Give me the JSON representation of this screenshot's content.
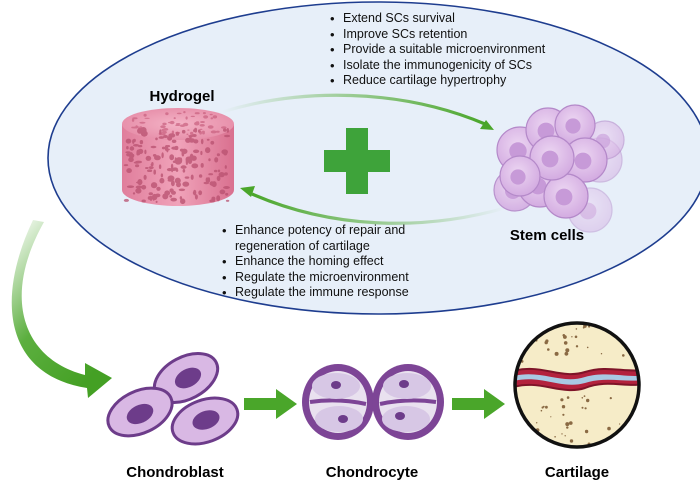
{
  "top_benefits": [
    "Extend SCs survival",
    "Improve SCs retention",
    "Provide a suitable microenvironment",
    "Isolate the immunogenicity of SCs",
    "Reduce cartilage hypertrophy"
  ],
  "bottom_benefits": [
    "Enhance potency of repair and regeneration of cartilage",
    "Enhance the homing effect",
    "Regulate the microenvironment",
    "Regulate the immune response"
  ],
  "labels": {
    "hydrogel": "Hydrogel",
    "stem_cells": "Stem cells",
    "chondroblast": "Chondroblast",
    "chondrocyte": "Chondrocyte",
    "cartilage": "Cartilage"
  },
  "colors": {
    "ellipse_fill": "#e7eff9",
    "ellipse_stroke": "#1e3d8f",
    "arrow_green": "#4aa62a",
    "plus_green": "#3ea33a",
    "hydrogel_pink": "#e58aa6",
    "stem_cell_purple": "#d9b6e6",
    "cell_purple": "#6d3c8a",
    "cartilage_red": "#b3223d"
  }
}
